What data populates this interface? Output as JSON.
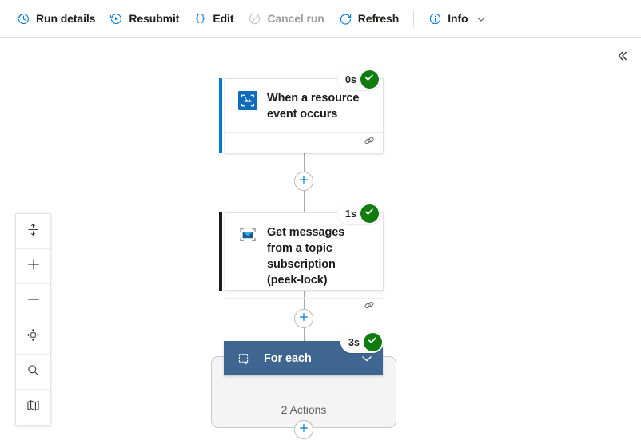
{
  "toolbar": {
    "items": [
      {
        "id": "run-details",
        "label": "Run details",
        "icon": "history-clock-icon",
        "disabled": false
      },
      {
        "id": "resubmit",
        "label": "Resubmit",
        "icon": "replay-play-icon",
        "disabled": false
      },
      {
        "id": "edit",
        "label": "Edit",
        "icon": "code-braces-icon",
        "disabled": false
      },
      {
        "id": "cancel-run",
        "label": "Cancel run",
        "icon": "cancel-circle-icon",
        "disabled": true
      },
      {
        "id": "refresh",
        "label": "Refresh",
        "icon": "refresh-icon",
        "disabled": false
      },
      {
        "id": "info",
        "label": "Info",
        "icon": "info-circle-icon",
        "disabled": false
      }
    ],
    "has_caret_after_info": true
  },
  "canvas": {
    "collapse_icon": "double-chevron-left-icon",
    "zoom_tools": [
      {
        "id": "fit-to-height",
        "icon": "fit-vertical-icon",
        "title": "Fit to screen"
      },
      {
        "id": "zoom-in",
        "icon": "plus-icon",
        "title": "Zoom in"
      },
      {
        "id": "zoom-out",
        "icon": "minus-icon",
        "title": "Zoom out"
      },
      {
        "id": "fit-to-view",
        "icon": "fit-center-icon",
        "title": "Fit view"
      },
      {
        "id": "zoom-search",
        "icon": "magnifier-icon",
        "title": "Search"
      },
      {
        "id": "minimap",
        "icon": "map-icon",
        "title": "Minimap"
      }
    ]
  },
  "flow": {
    "nodes": [
      {
        "id": "trigger-resource-event",
        "title": "When a resource event occurs",
        "icon": "event-grid-icon",
        "accent_color": "#0078d4",
        "status": {
          "duration": "0s",
          "state": "succeeded",
          "icon": "check-icon"
        },
        "footer_icon": "link-chain-icon",
        "type": "action-card"
      },
      {
        "id": "get-messages-topic-subscription",
        "title": "Get messages from a topic subscription (peek-lock)",
        "icon": "service-bus-icon",
        "accent_color": "#1b1a19",
        "status": {
          "duration": "1s",
          "state": "succeeded",
          "icon": "check-icon"
        },
        "footer_icon": "link-chain-icon",
        "type": "action-card"
      },
      {
        "id": "for-each",
        "title": "For each",
        "icon": "foreach-loop-icon",
        "header_color": "#3f6690",
        "collapse_icon": "chevron-down-icon",
        "status": {
          "duration": "3s",
          "state": "succeeded",
          "icon": "check-icon"
        },
        "scope_label": "2 Actions",
        "type": "scope-card"
      }
    ],
    "add_buttons": [
      {
        "id": "add-step-1",
        "icon": "plus-icon"
      },
      {
        "id": "add-step-2",
        "icon": "plus-icon"
      },
      {
        "id": "add-step-3",
        "icon": "plus-icon"
      }
    ]
  },
  "colors": {
    "accent_blue": "#0078d4",
    "success_green": "#107c10",
    "foreach_header": "#3f6690",
    "text_primary": "#201f1e",
    "text_disabled": "#a19f9d",
    "scope_fill": "#f4f4f4"
  }
}
